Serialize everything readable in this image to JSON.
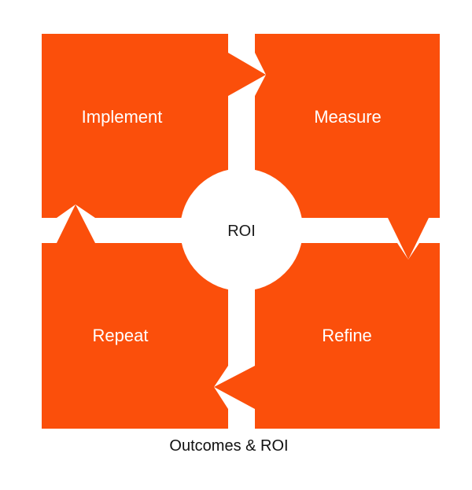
{
  "diagram": {
    "quadrants": [
      {
        "id": "implement",
        "label": "Implement"
      },
      {
        "id": "measure",
        "label": "Measure"
      },
      {
        "id": "repeat",
        "label": "Repeat"
      },
      {
        "id": "refine",
        "label": "Refine"
      }
    ],
    "center": {
      "label": "ROI"
    },
    "caption": "Outcomes & ROI"
  },
  "colors": {
    "quadrant_fill": "#FB4F0B",
    "background": "#FFFFFF",
    "center_fill": "#FFFFFF",
    "quadrant_text": "#FFFFFF",
    "center_text": "#1A1A1A"
  }
}
